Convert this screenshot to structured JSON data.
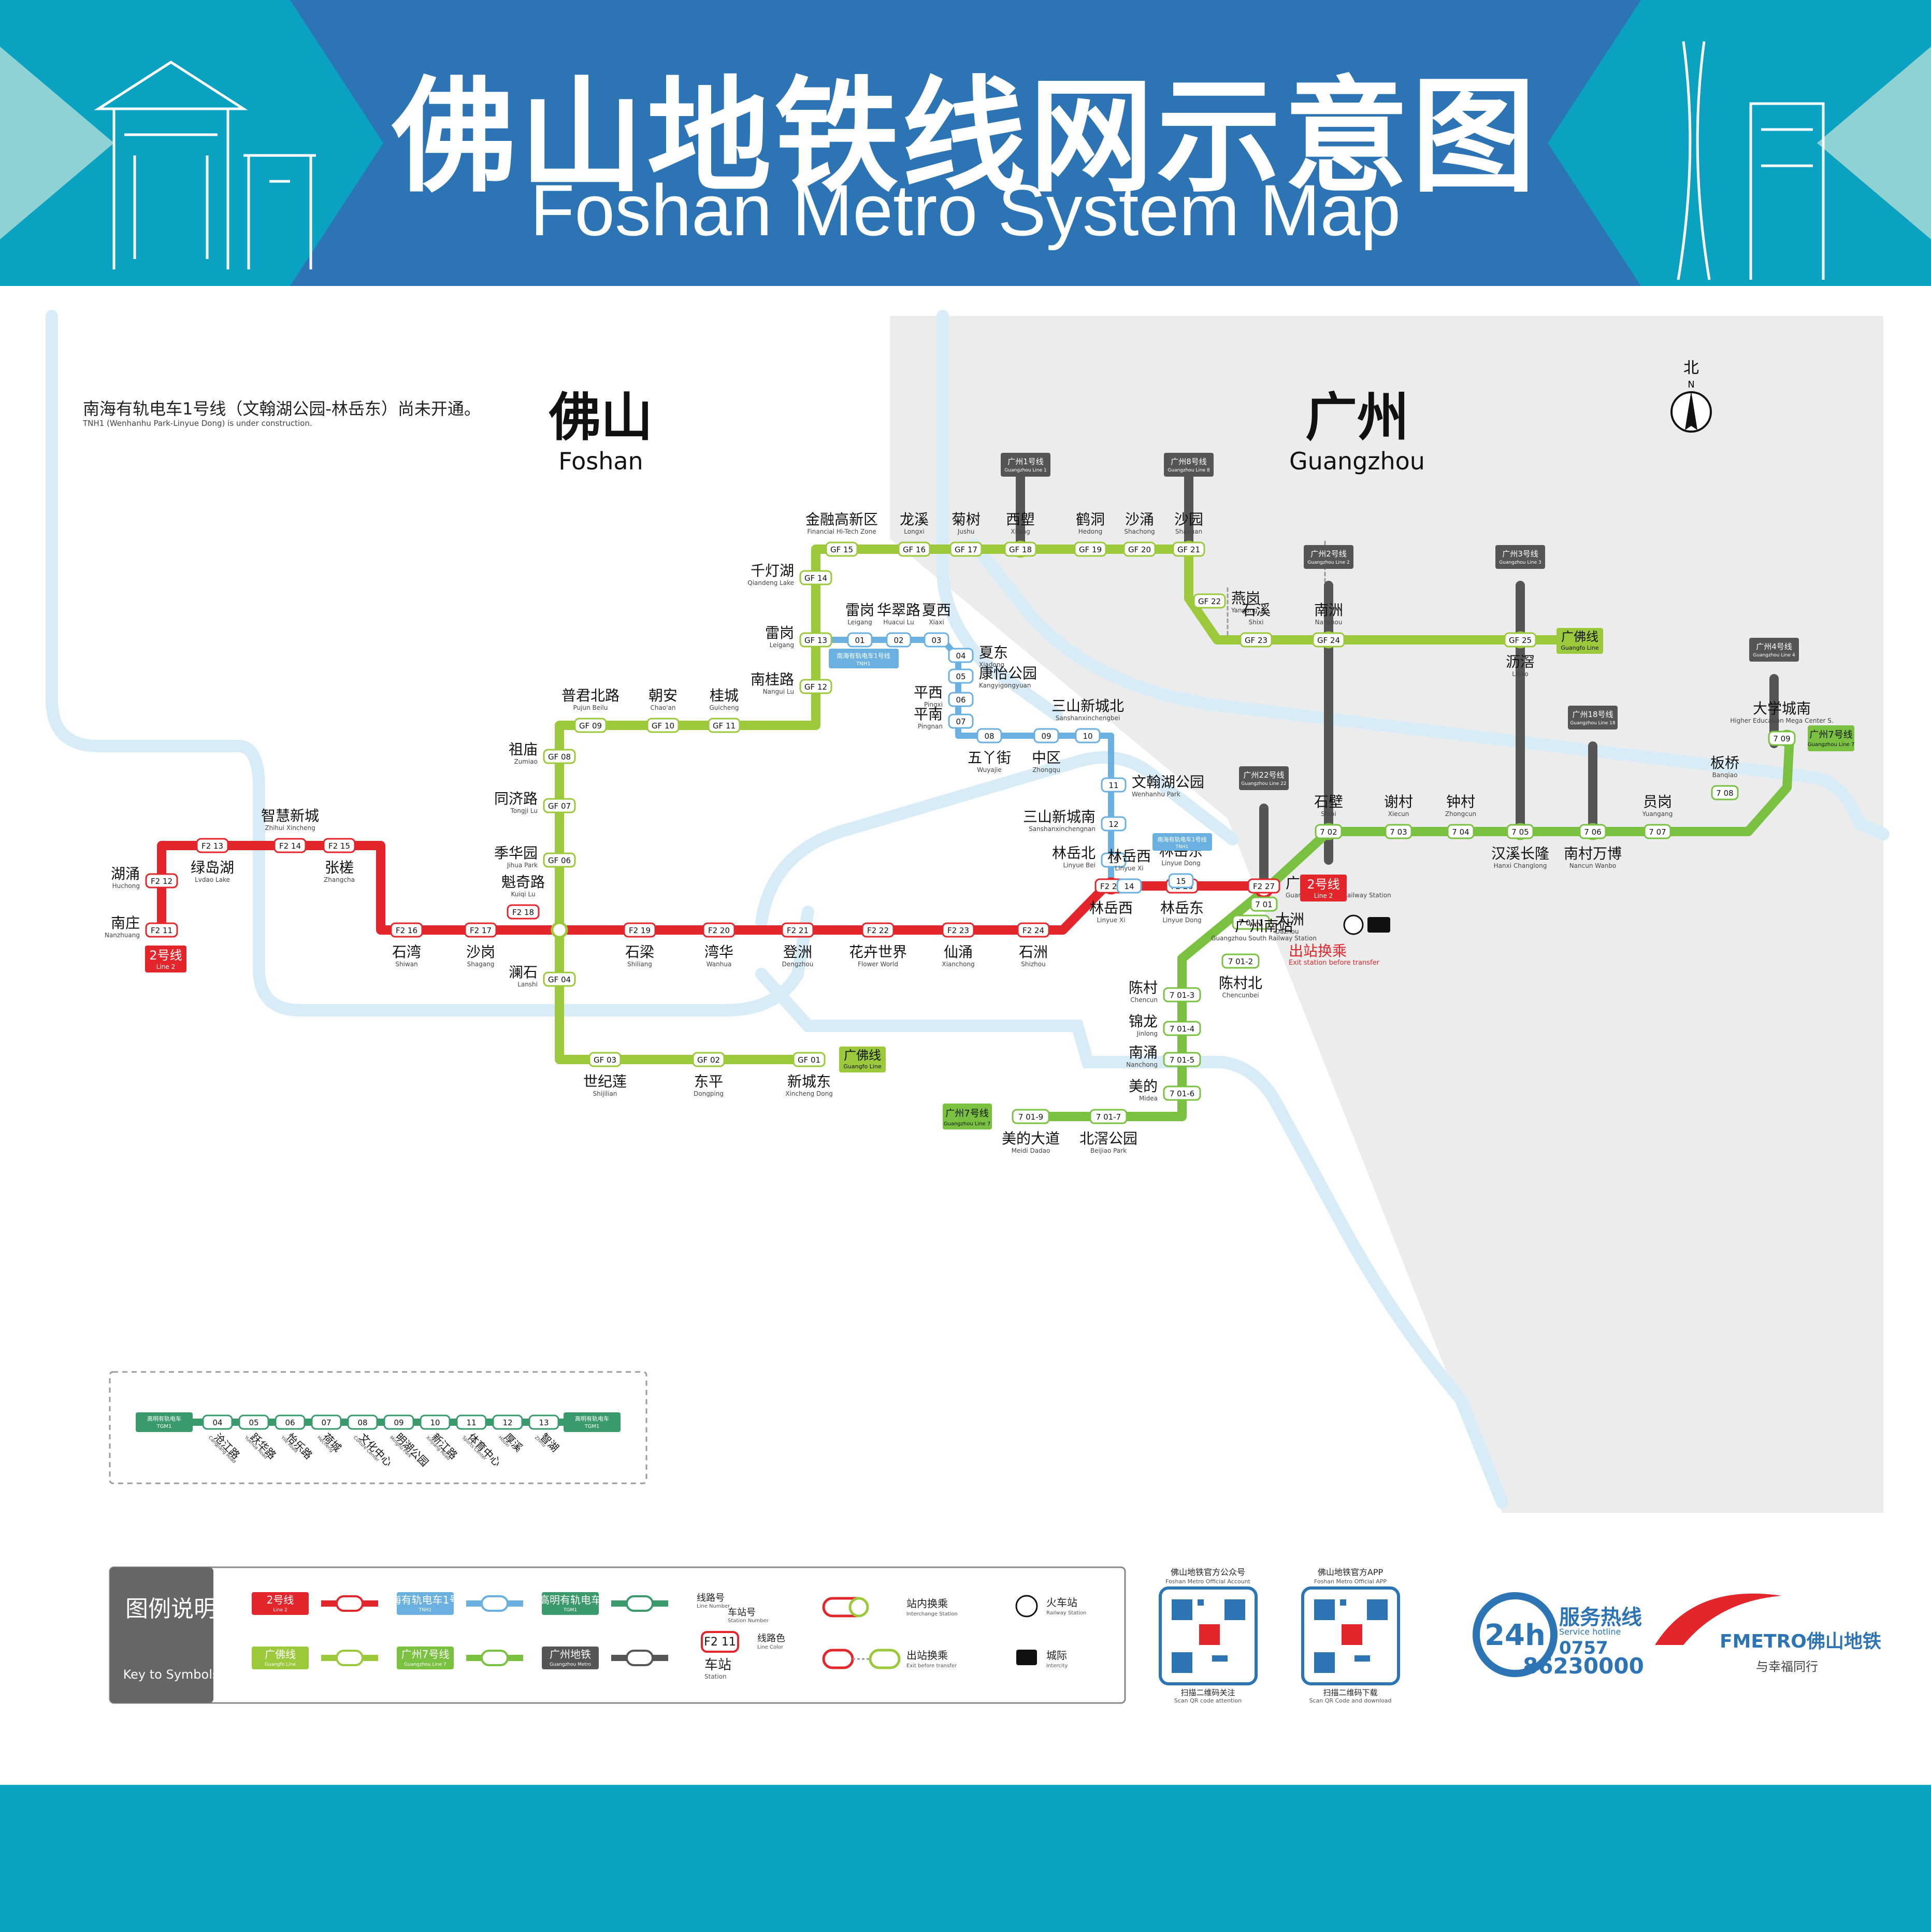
{
  "header": {
    "title_cn": "佛山地铁线网示意图",
    "title_en": "Foshan Metro System Map"
  },
  "notice": {
    "cn": "南海有轨电车1号线（文翰湖公园-林岳东）尚未开通。",
    "en": "TNH1 (Wenhanhu Park-Linyue Dong) is under construction."
  },
  "cities": {
    "foshan_cn": "佛山",
    "foshan_en": "Foshan",
    "guangzhou_cn": "广州",
    "guangzhou_en": "Guangzhou"
  },
  "compass": {
    "label": "北",
    "n": "N"
  },
  "colors": {
    "header": "#2c74b3",
    "teal": "#0aa2c0",
    "line2": "#e3262b",
    "guangfo": "#9bc93b",
    "tnh1": "#6ab1e1",
    "gz7": "#7ac142",
    "gzmetro": "#555555",
    "river": "#d8ecf8",
    "gz_area": "#ececec",
    "tgm1": "#3a9a6b"
  },
  "lines": {
    "line2": {
      "cn": "2号线",
      "en": "Line 2"
    },
    "guangfo": {
      "cn": "广佛线",
      "en": "Guangfo Line"
    },
    "gz7": {
      "cn": "广州7号线",
      "en": "Guangzhou Line 7"
    },
    "tnh1": {
      "cn": "南海有轨电车1号线",
      "en": "TNH1"
    },
    "tgm1": {
      "cn": "高明有轨电车",
      "en": "TGM1"
    },
    "gzmetro": {
      "cn": "广州地铁",
      "en": "Guangzhou Metro"
    }
  },
  "gz_line_tags": [
    {
      "cn": "广州1号线",
      "en": "Guangzhou Line 1"
    },
    {
      "cn": "广州8号线",
      "en": "Guangzhou Line 8"
    },
    {
      "cn": "广州2号线",
      "en": "Guangzhou Line 2"
    },
    {
      "cn": "广州3号线",
      "en": "Guangzhou Line 3"
    },
    {
      "cn": "广州22号线",
      "en": "Guangzhou Line 22"
    },
    {
      "cn": "广州18号线",
      "en": "Guangzhou Line 18"
    },
    {
      "cn": "广州4号线",
      "en": "Guangzhou Line 4"
    },
    {
      "cn": "广州7号线",
      "en": "Guangzhou Line 7"
    }
  ],
  "stations_line2": [
    {
      "cn": "南庄",
      "en": "Nanzhuang",
      "code": "F2 11"
    },
    {
      "cn": "湖涌",
      "en": "Huchong",
      "code": "F2 12"
    },
    {
      "cn": "绿岛湖",
      "en": "Lvdao Lake",
      "code": "F2 13"
    },
    {
      "cn": "智慧新城",
      "en": "Zhihui Xincheng",
      "code": "F2 14"
    },
    {
      "cn": "张槎",
      "en": "Zhangcha",
      "code": "F2 15"
    },
    {
      "cn": "石湾",
      "en": "Shiwan",
      "code": "F2 16"
    },
    {
      "cn": "沙岗",
      "en": "Shagang",
      "code": "F2 17"
    },
    {
      "cn": "魁奇路",
      "en": "Kuiqi Lu",
      "code": "F2 18"
    },
    {
      "cn": "石梁",
      "en": "Shiliang",
      "code": "F2 19"
    },
    {
      "cn": "湾华",
      "en": "Wanhua",
      "code": "F2 20"
    },
    {
      "cn": "登洲",
      "en": "Dengzhou",
      "code": "F2 21"
    },
    {
      "cn": "花卉世界",
      "en": "Flower World",
      "code": "F2 22"
    },
    {
      "cn": "仙涌",
      "en": "Xianchong",
      "code": "F2 23"
    },
    {
      "cn": "石洲",
      "en": "Shizhou",
      "code": "F2 24"
    },
    {
      "cn": "林岳西",
      "en": "Linyue Xi",
      "code": "F2 25"
    },
    {
      "cn": "林岳东",
      "en": "Linyue Dong",
      "code": "F2 26"
    },
    {
      "cn": "广州南站",
      "en": "Guangzhou South Railway Station",
      "code": "F2 27"
    }
  ],
  "stations_guangfo": [
    {
      "cn": "新城东",
      "en": "Xincheng Dong",
      "code": "GF 01"
    },
    {
      "cn": "东平",
      "en": "Dongping",
      "code": "GF 02"
    },
    {
      "cn": "世纪莲",
      "en": "Shijilian",
      "code": "GF 03"
    },
    {
      "cn": "澜石",
      "en": "Lanshi",
      "code": "GF 04"
    },
    {
      "cn": "季华园",
      "en": "Jihua Park",
      "code": "GF 06"
    },
    {
      "cn": "同济路",
      "en": "Tongji Lu",
      "code": "GF 07"
    },
    {
      "cn": "祖庙",
      "en": "Zumiao",
      "code": "GF 08"
    },
    {
      "cn": "普君北路",
      "en": "Pujun Beilu",
      "code": "GF 09"
    },
    {
      "cn": "朝安",
      "en": "Chao'an",
      "code": "GF 10"
    },
    {
      "cn": "桂城",
      "en": "Guicheng",
      "code": "GF 11"
    },
    {
      "cn": "南桂路",
      "en": "Nangui Lu",
      "code": "GF 12"
    },
    {
      "cn": "雷岗",
      "en": "Leigang",
      "code": "GF 13"
    },
    {
      "cn": "千灯湖",
      "en": "Qiandeng Lake",
      "code": "GF 14"
    },
    {
      "cn": "金融高新区",
      "en": "Financial Hi-Tech Zone",
      "code": "GF 15"
    },
    {
      "cn": "龙溪",
      "en": "Longxi",
      "code": "GF 16"
    },
    {
      "cn": "菊树",
      "en": "Jushu",
      "code": "GF 17"
    },
    {
      "cn": "西塱",
      "en": "Xilang",
      "code": "GF 18"
    },
    {
      "cn": "鹤洞",
      "en": "Hedong",
      "code": "GF 19"
    },
    {
      "cn": "沙涌",
      "en": "Shachong",
      "code": "GF 20"
    },
    {
      "cn": "沙园",
      "en": "Shayuan",
      "code": "GF 21"
    },
    {
      "cn": "燕岗",
      "en": "Yangang",
      "code": "GF 22"
    },
    {
      "cn": "石溪",
      "en": "Shixi",
      "code": "GF 23"
    },
    {
      "cn": "南洲",
      "en": "Nanzhou",
      "code": "GF 24"
    },
    {
      "cn": "沥滘",
      "en": "Lijiao",
      "code": "GF 25"
    }
  ],
  "stations_tnh1": [
    {
      "cn": "雷岗",
      "en": "Leigang",
      "code": "01"
    },
    {
      "cn": "华翠路",
      "en": "Huacui Lu",
      "code": "02"
    },
    {
      "cn": "夏西",
      "en": "Xiaxi",
      "code": "03"
    },
    {
      "cn": "夏东",
      "en": "Xiadong",
      "code": "04"
    },
    {
      "cn": "康怡公园",
      "en": "Kangyigongyuan",
      "code": "05"
    },
    {
      "cn": "平西",
      "en": "Pingxi",
      "code": "06"
    },
    {
      "cn": "平南",
      "en": "Pingnan",
      "code": "07"
    },
    {
      "cn": "五丫街",
      "en": "Wuyajie",
      "code": "08"
    },
    {
      "cn": "中区",
      "en": "Zhongqu",
      "code": "09"
    },
    {
      "cn": "三山新城北",
      "en": "Sanshanxinchengbei",
      "code": "10"
    },
    {
      "cn": "文翰湖公园",
      "en": "Wenhanhu Park",
      "code": "11"
    },
    {
      "cn": "三山新城南",
      "en": "Sanshanxinchengnan",
      "code": "12"
    },
    {
      "cn": "林岳北",
      "en": "Linyue Bei",
      "code": "13"
    },
    {
      "cn": "林岳西",
      "en": "Linyue Xi",
      "code": "14"
    },
    {
      "cn": "林岳东",
      "en": "Linyue Dong",
      "code": "15"
    }
  ],
  "stations_gz7": [
    {
      "cn": "美的大道",
      "en": "Meidi Dadao",
      "code": "7 01-9"
    },
    {
      "cn": "北滘公园",
      "en": "Beijiao Park",
      "code": "7 01-7"
    },
    {
      "cn": "美的",
      "en": "Midea",
      "code": "7 01-6"
    },
    {
      "cn": "南涌",
      "en": "Nanchong",
      "code": "7 01-5"
    },
    {
      "cn": "锦龙",
      "en": "Jinlong",
      "code": "7 01-4"
    },
    {
      "cn": "陈村",
      "en": "Chencun",
      "code": "7 01-3"
    },
    {
      "cn": "陈村北",
      "en": "Chencunbei",
      "code": "7 01-2"
    },
    {
      "cn": "大洲",
      "en": "Dazhou",
      "code": "7 01-1"
    },
    {
      "cn": "广州南站",
      "en": "Guangzhou South Railway Station",
      "code": "7 01"
    },
    {
      "cn": "石壁",
      "en": "Shibi",
      "code": "7 02"
    },
    {
      "cn": "谢村",
      "en": "Xiecun",
      "code": "7 03"
    },
    {
      "cn": "钟村",
      "en": "Zhongcun",
      "code": "7 04"
    },
    {
      "cn": "汉溪长隆",
      "en": "Hanxi Changlong",
      "code": "7 05"
    },
    {
      "cn": "南村万博",
      "en": "Nancun Wanbo",
      "code": "7 06"
    },
    {
      "cn": "员岗",
      "en": "Yuangang",
      "code": "7 07"
    },
    {
      "cn": "板桥",
      "en": "Banqiao",
      "code": "7 08"
    },
    {
      "cn": "大学城南",
      "en": "Higher Education Mega Center S.",
      "code": "7 09"
    }
  ],
  "stations_tgm1": [
    {
      "cn": "沧江路",
      "en": "Cangjiang Road",
      "code": "04"
    },
    {
      "cn": "跃华路",
      "en": "Yuehua Road",
      "code": "05"
    },
    {
      "cn": "怡乐路",
      "en": "Yile Road",
      "code": "06"
    },
    {
      "cn": "荷城",
      "en": "Hecheng",
      "code": "07"
    },
    {
      "cn": "文化中心",
      "en": "Culture Center",
      "code": "08"
    },
    {
      "cn": "明湖公园",
      "en": "Minghu Park",
      "code": "09"
    },
    {
      "cn": "新江路",
      "en": "Xinjiang Road",
      "code": "10"
    },
    {
      "cn": "体育中心",
      "en": "Sports Center",
      "code": "11"
    },
    {
      "cn": "厚溪",
      "en": "Houxi",
      "code": "12"
    },
    {
      "cn": "智湖",
      "en": "Zhihu",
      "code": "13"
    }
  ],
  "transfer_note": {
    "cn": "出站换乘",
    "en": "Exit station before transfer"
  },
  "legend": {
    "title_cn": "图例说明",
    "title_en": "Key to Symbols",
    "line_number": "线路号",
    "line_number_en": "Line Number",
    "station_number": "车站号",
    "station_number_en": "Station Number",
    "line_color": "线路色",
    "line_color_en": "Line Color",
    "station": "车站",
    "station_en": "Station",
    "interchange": "站内换乘",
    "interchange_en": "Interchange Station",
    "exit_transfer": "出站换乘",
    "exit_transfer_en": "Exit before transfer",
    "railway": "火车站",
    "railway_en": "Railway Station",
    "intercity": "城际",
    "intercity_en": "Intercity",
    "sample_code": "F2 11"
  },
  "qr": [
    {
      "title_cn": "佛山地铁官方公众号",
      "title_en": "Foshan Metro Official Account",
      "cap_cn": "扫描二维码关注",
      "cap_en": "Scan QR code attention"
    },
    {
      "title_cn": "佛山地铁官方APP",
      "title_en": "Foshan Metro Official APP",
      "cap_cn": "扫描二维码下载",
      "cap_en": "Scan QR Code and download"
    }
  ],
  "hotline": {
    "badge": "24h",
    "label_cn": "服务热线",
    "label_en": "Service hotline",
    "area": "0757",
    "number": "86230000"
  },
  "brand": {
    "name": "FMETRO佛山地铁",
    "slogan": "与幸福同行"
  }
}
